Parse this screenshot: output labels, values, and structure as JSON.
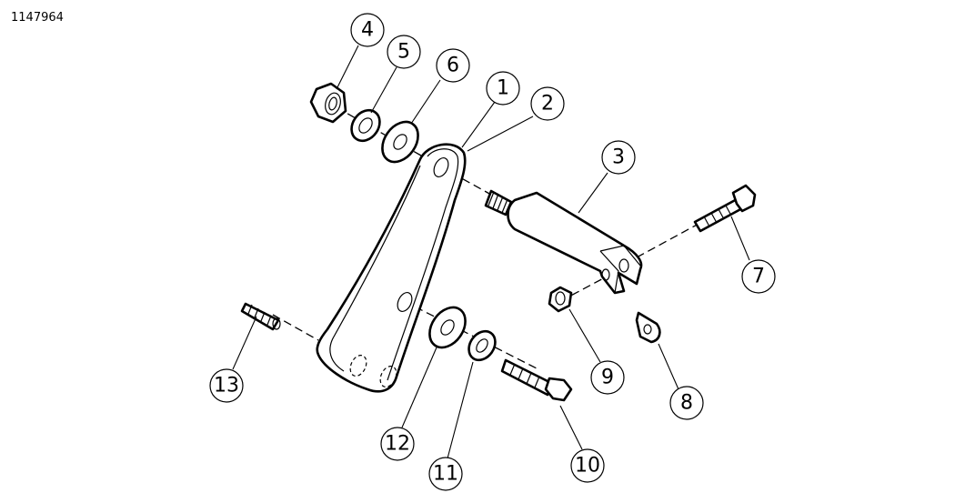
{
  "diagram_id": "1147964",
  "callouts": [
    {
      "label": "1",
      "part": "bracket"
    },
    {
      "label": "2",
      "part": "bracket-edge"
    },
    {
      "label": "3",
      "part": "clevis-rod"
    },
    {
      "label": "4",
      "part": "hex-nut"
    },
    {
      "label": "5",
      "part": "lock-washer"
    },
    {
      "label": "6",
      "part": "flat-washer"
    },
    {
      "label": "7",
      "part": "bolt"
    },
    {
      "label": "8",
      "part": "clip"
    },
    {
      "label": "9",
      "part": "lock-nut"
    },
    {
      "label": "10",
      "part": "bolt"
    },
    {
      "label": "11",
      "part": "lock-washer"
    },
    {
      "label": "12",
      "part": "flat-washer"
    },
    {
      "label": "13",
      "part": "set-screw"
    }
  ]
}
